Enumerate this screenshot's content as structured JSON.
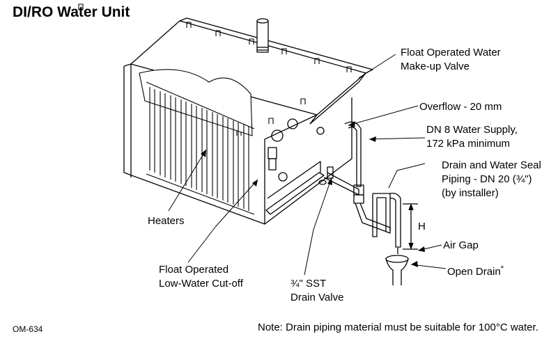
{
  "title": "DI/RO Water Unit",
  "labels": {
    "float_valve": [
      "Float Operated Water",
      "Make-up Valve"
    ],
    "overflow": "Overflow - 20 mm",
    "water_supply": [
      "DN 8 Water Supply,",
      "172 kPa minimum"
    ],
    "drain_seal": [
      "Drain and Water Seal",
      "Piping - DN 20 (¾\")",
      "(by installer)"
    ],
    "h": "H",
    "air_gap": "Air Gap",
    "open_drain": "Open Drain",
    "open_drain_mark": "*",
    "heaters": "Heaters",
    "low_water": [
      "Float Operated",
      "Low-Water Cut-off"
    ],
    "drain_valve": [
      "¾\" SST",
      "Drain Valve"
    ]
  },
  "footer": {
    "figure_id": "OM-634",
    "note": "Note:  Drain piping material must be suitable for 100°C water."
  }
}
